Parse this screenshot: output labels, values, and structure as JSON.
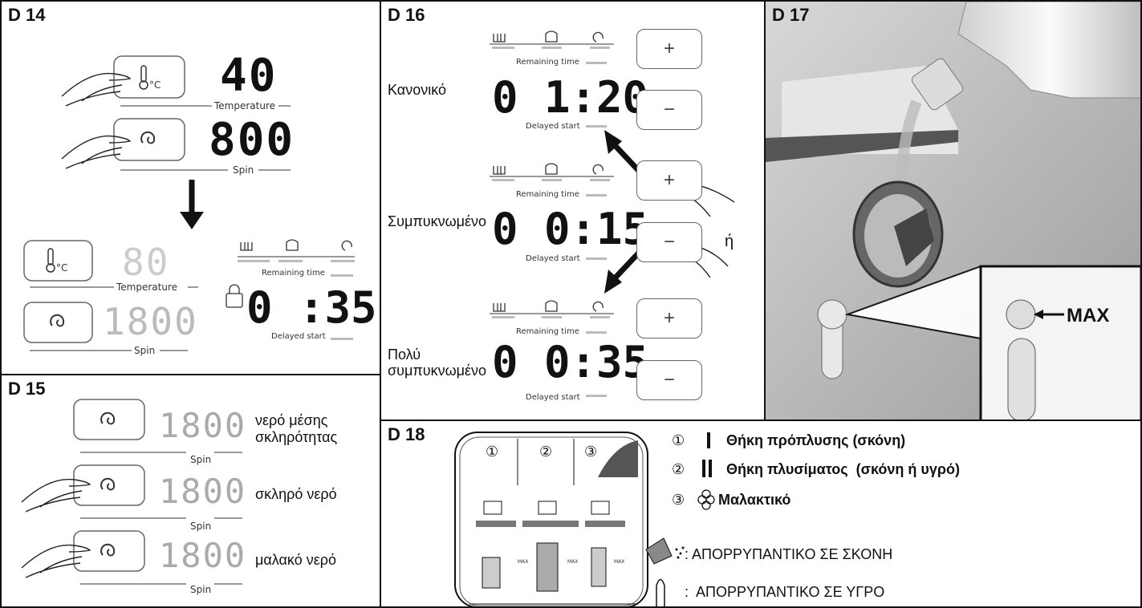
{
  "d14": {
    "title": "D 14",
    "temp_value": "40",
    "temp_label": "Temperature",
    "spin_value": "800",
    "spin_label": "Spin",
    "temp_value_2": "80",
    "temp_label_2": "Temperature",
    "spin_value_2": "1800",
    "spin_label_2": "Spin",
    "remaining_label": "Remaining time",
    "time_value": "0 :35",
    "delayed_label": "Delayed start"
  },
  "d15": {
    "title": "D 15",
    "spin_value": "1800",
    "spin_label": "Spin",
    "rows": [
      {
        "text": "νερό μέσης\nσκληρότητας"
      },
      {
        "text": "σκληρό νερό"
      },
      {
        "text": "μαλακό νερό"
      }
    ]
  },
  "d16": {
    "title": "D 16",
    "remaining_label": "Remaining time",
    "delayed_label": "Delayed start",
    "plus": "+",
    "minus": "−",
    "or": "ή",
    "modes": [
      {
        "label": "Κανονικό",
        "time": "0 1:20"
      },
      {
        "label": "Συμπυκνωμένο",
        "time": "0 0:15"
      },
      {
        "label": "Πολύ\nσυμπυκνωμένο",
        "time": "0 0:35"
      }
    ]
  },
  "d17": {
    "title": "D 17",
    "max_label": "MAX"
  },
  "d18": {
    "title": "D 18",
    "compartments": [
      "①",
      "②",
      "③"
    ],
    "max_small": "MAX",
    "legend": [
      {
        "num": "①",
        "symbol": "|",
        "text": "Θήκη πρόπλυσης (σκόνη)"
      },
      {
        "num": "②",
        "symbol": "||",
        "text": "Θήκη πλυσίματος  (σκόνη ή υγρό)"
      },
      {
        "num": "③",
        "symbol": "flower",
        "text": "Μαλακτικό"
      }
    ],
    "powder_text": ": ΑΠΟΡΡΥΠΑΝΤΙΚΟ ΣΕ ΣΚΟΝΗ",
    "liquid_text": ":  ΑΠΟΡΡΥΠΑΝΤΙΚΟ ΣΕ ΥΓΡΟ"
  }
}
